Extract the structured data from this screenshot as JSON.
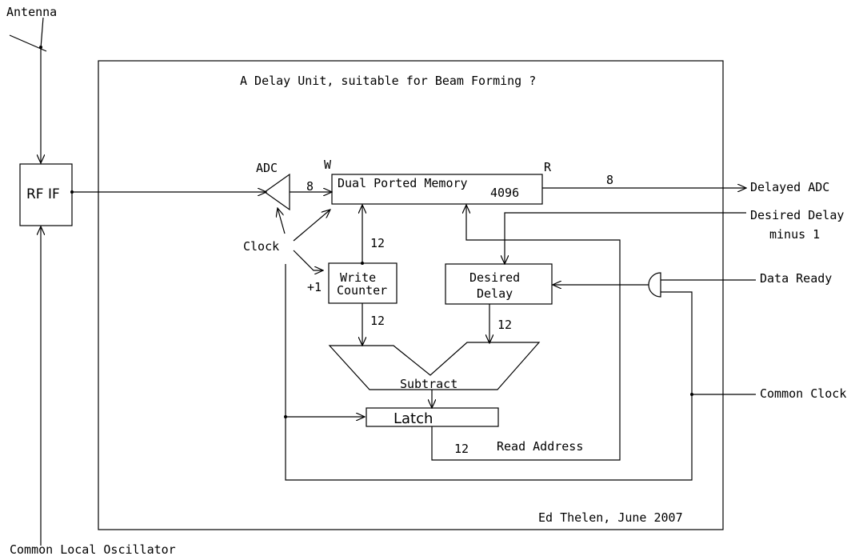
{
  "title": "A Delay Unit, suitable for Beam Forming ?",
  "credit": "Ed Thelen, June 2007",
  "labels": {
    "antenna": "Antenna",
    "rf_if": "RF IF",
    "common_lo": "Common Local Oscillator",
    "adc": "ADC",
    "w": "W",
    "r": "R",
    "memory": "Dual Ported Memory",
    "memory_size": "4096",
    "bus_adc": "8",
    "bus_out": "8",
    "delayed_adc": "Delayed ADC",
    "desired_delay_minus_1_line1": "Desired Delay",
    "desired_delay_minus_1_line2": "minus 1",
    "clock": "Clock",
    "plus_one": "+1",
    "write_counter_line1": "Write",
    "write_counter_line2": "Counter",
    "desired_delay_line1": "Desired",
    "desired_delay_line2": "Delay",
    "bus_mem_addr": "12",
    "bus_counter": "12",
    "bus_delay": "12",
    "subtract": "Subtract",
    "latch": "Latch",
    "bus_read": "12",
    "read_address": "Read Address",
    "data_ready": "Data Ready",
    "common_clock": "Common Clock"
  }
}
